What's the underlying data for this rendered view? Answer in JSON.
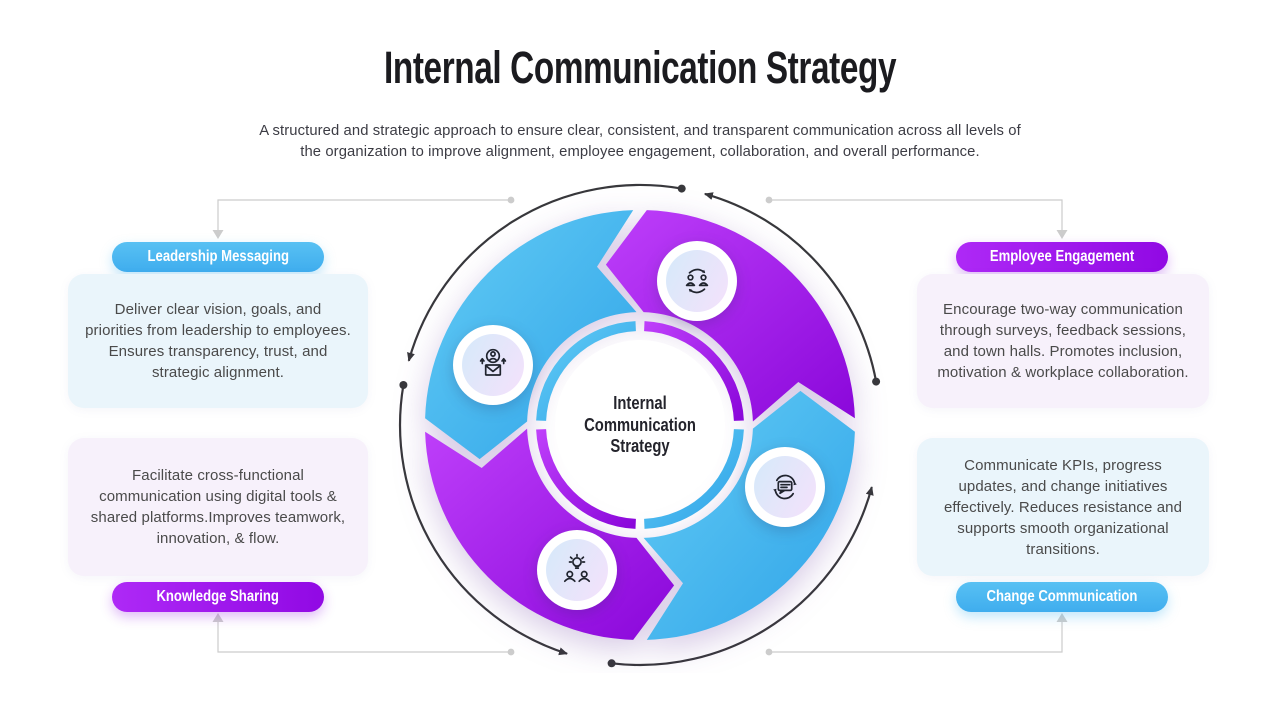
{
  "title": "Internal Communication Strategy",
  "subtitle": "A structured and strategic approach to ensure clear, consistent, and transparent communication across all levels of the organization to improve alignment, employee engagement, collaboration, and overall performance.",
  "diagram": {
    "center_lines": [
      "Internal",
      "Communication",
      "Strategy"
    ],
    "flow_direction": "counterclockwise",
    "segments": [
      {
        "quadrant": "top-left",
        "color_name": "blue",
        "icon": "leader-announcement-icon",
        "linked_card": "Leadership Messaging"
      },
      {
        "quadrant": "top-right",
        "color_name": "purple",
        "icon": "people-exchange-icon",
        "linked_card": "Employee Engagement"
      },
      {
        "quadrant": "bottom-left",
        "color_name": "purple",
        "icon": "idea-sharing-icon",
        "linked_card": "Knowledge Sharing"
      },
      {
        "quadrant": "bottom-right",
        "color_name": "blue",
        "icon": "chat-cycle-icon",
        "linked_card": "Change Communication"
      }
    ]
  },
  "cards": [
    {
      "label": "Leadership Messaging",
      "body": "Deliver clear vision, goals, and priorities from leadership to employees. Ensures transparency, trust, and strategic alignment.",
      "position": "top-left",
      "pill_color": "blue"
    },
    {
      "label": "Employee Engagement",
      "body": "Encourage two-way communication through surveys, feedback sessions, and town halls. Promotes inclusion, motivation & workplace collaboration.",
      "position": "top-right",
      "pill_color": "purple"
    },
    {
      "label": "Knowledge Sharing",
      "body": "Facilitate cross-functional communication using digital tools & shared platforms.Improves teamwork, innovation, & flow.",
      "position": "bottom-left",
      "pill_color": "purple"
    },
    {
      "label": "Change Communication",
      "body": "Communicate KPIs, progress updates, and change initiatives effectively. Reduces resistance and supports smooth organizational transitions.",
      "position": "bottom-right",
      "pill_color": "blue"
    }
  ],
  "colors": {
    "title-text": "#1b1b1f",
    "body-text": "#4a4a4a",
    "center-text": "#24242c",
    "blue-grad-1": "#63ccf5",
    "blue-grad-2": "#2fa3e8",
    "purple-grad-1": "#be3ffa",
    "purple-grad-2": "#8a07da",
    "pill-blue-1": "#58c1f3",
    "pill-blue-2": "#3fadee",
    "pill-purple-1": "#ae29f6",
    "pill-purple-2": "#9109e4",
    "box-blue-bg": "#eaf5fb",
    "box-purple-bg": "#f7f1fb",
    "badge-grad-1": "#d8e9fa",
    "badge-grad-2": "#f2e2fb",
    "arc": "#38383c",
    "connector": "#cccccc",
    "icon": "#20242e"
  }
}
